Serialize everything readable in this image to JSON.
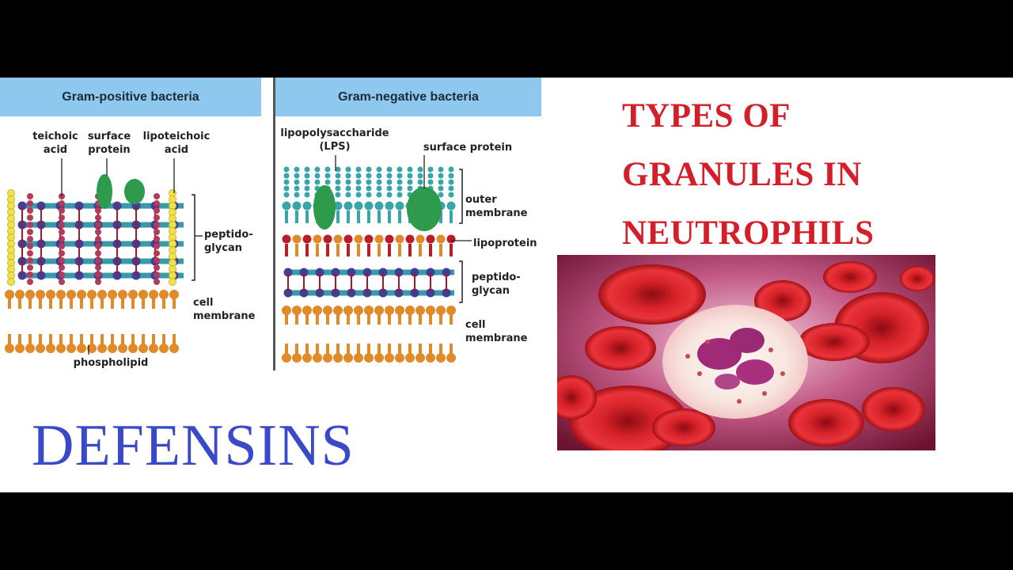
{
  "left_diagram": {
    "header": "Gram-positive bacteria",
    "labels": {
      "teichoic_acid": "teichoic\nacid",
      "surface_protein": "surface\nprotein",
      "lipoteichoic_acid": "lipoteichoic\nacid",
      "peptidoglycan": "peptido-\nglycan",
      "cell_membrane": "cell\nmembrane",
      "phospholipid": "phospholipid"
    }
  },
  "right_diagram": {
    "header": "Gram-negative bacteria",
    "labels": {
      "lps": "lipopolysaccharide\n(LPS)",
      "surface_protein": "surface protein",
      "outer_membrane": "outer\nmembrane",
      "lipoprotein": "lipoprotein",
      "peptidoglycan": "peptido-\nglycan",
      "cell_membrane": "cell\nmembrane"
    }
  },
  "title_lines": [
    "TYPES OF",
    "GRANULES IN",
    "NEUTROPHILS"
  ],
  "caption": "DEFENSINS",
  "colors": {
    "title": "#d41f2a",
    "caption": "#3a49c8",
    "header_bg": "#8fc8ee"
  }
}
